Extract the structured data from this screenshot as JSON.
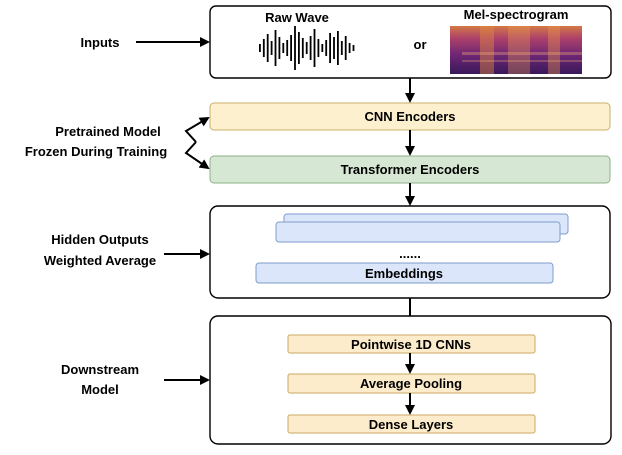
{
  "side_labels": {
    "inputs": "Inputs",
    "pretrained_line1": "Pretrained Model",
    "pretrained_line2": "Frozen During Training",
    "hidden_line1": "Hidden Outputs",
    "hidden_line2": "Weighted Average",
    "downstream_line1": "Downstream",
    "downstream_line2": "Model"
  },
  "inputs_block": {
    "raw_wave_label": "Raw Wave",
    "or_label": "or",
    "mel_label": "Mel-spectrogram"
  },
  "encoders": {
    "cnn_label": "CNN Encoders",
    "transformer_label": "Transformer Encoders"
  },
  "hidden_block": {
    "ellipsis": "......",
    "embeddings_label": "Embeddings"
  },
  "downstream_block": {
    "pointwise_label": "Pointwise 1D CNNs",
    "pooling_label": "Average Pooling",
    "dense_label": "Dense Layers"
  },
  "colors": {
    "cnn_fill": "#fdf0cf",
    "cnn_stroke": "#c9b06a",
    "transformer_fill": "#d6e8d3",
    "transformer_stroke": "#8fb08a",
    "embedding_fill": "#dbe6fa",
    "embedding_stroke": "#7f9ccc",
    "downstream_fill": "#fdeccb",
    "downstream_stroke": "#c9a862",
    "mel_dark": "#3b1d5e",
    "mel_mid": "#a23b7a",
    "mel_light": "#e98a4a"
  }
}
